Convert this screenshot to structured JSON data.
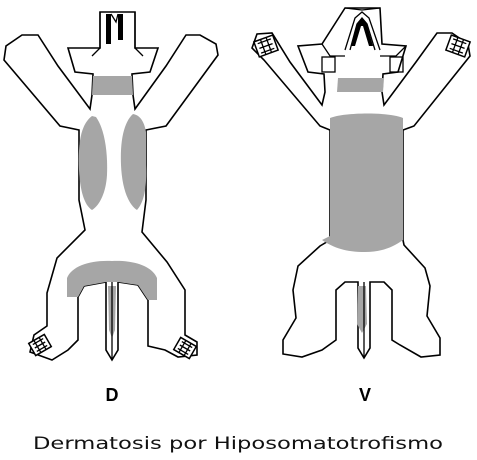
{
  "figure": {
    "caption": "Dermatosis por Hiposomatotrofismo",
    "views": [
      {
        "id": "dorsal",
        "label": "D"
      },
      {
        "id": "ventral",
        "label": "V"
      }
    ],
    "colors": {
      "lesion": "#a6a6a6",
      "outline": "#000000",
      "background": "#ffffff"
    },
    "icons": [
      "paw-icon",
      "paw-icon",
      "paw-icon",
      "paw-icon"
    ]
  }
}
